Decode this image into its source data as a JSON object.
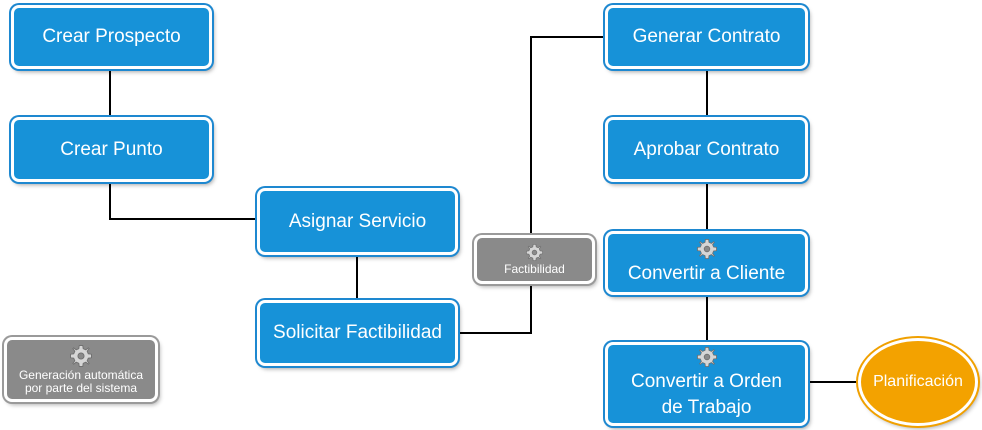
{
  "nodes": {
    "crear_prospecto": "Crear Prospecto",
    "crear_punto": "Crear Punto",
    "asignar_servicio": "Asignar Servicio",
    "solicitar_factibilidad": "Solicitar Factibilidad",
    "factibilidad": "Factibilidad",
    "generar_contrato": "Generar Contrato",
    "aprobar_contrato": "Aprobar Contrato",
    "convertir_cliente": "Convertir a Cliente",
    "convertir_orden": "Convertir a Orden\nde Trabajo",
    "planificacion": "Planificación"
  },
  "legend": {
    "label": "Generación automática\npor parte del sistema",
    "icon": "gear-icon"
  },
  "colors": {
    "process": "#1792d8",
    "automatic": "#8a8a8a",
    "terminal": "#f3a200",
    "connector": "#000000"
  }
}
